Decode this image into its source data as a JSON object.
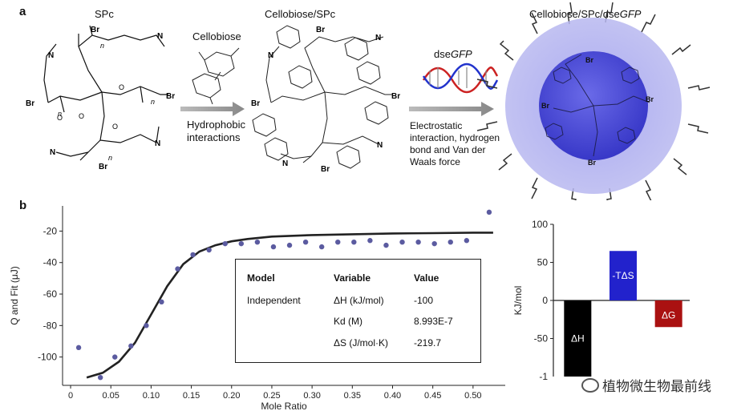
{
  "panel_a": {
    "letter": "a",
    "stage1_title": "SPc",
    "stage2_title": "Cellobiose/SPc",
    "stage3_title_prefix": "Cellobiose/SPc/dse",
    "stage3_title_italic": "GFP",
    "reagent1": "Cellobiose",
    "step1_label_line1": "Hydrophobic",
    "step1_label_line2": "interactions",
    "reagent2_prefix": "dse",
    "reagent2_italic": "GFP",
    "step2_label_lines": [
      "Electrostatic",
      "interaction, hydrogen",
      "bond and Van der",
      "Waals force"
    ],
    "atom_br": "Br",
    "atom_n": "N",
    "atom_o": "O",
    "subscript_n": "n"
  },
  "panel_b": {
    "letter": "b",
    "table": {
      "headers": [
        "Model",
        "Variable",
        "Value"
      ],
      "rows": [
        [
          "Independent",
          "ΔH (kJ/mol)",
          "-100"
        ],
        [
          "",
          "Kd (M)",
          "8.993E-7"
        ],
        [
          "",
          "ΔS (J/mol·K)",
          "-219.7"
        ]
      ]
    },
    "watermark": "植物微生物最前线"
  },
  "chart_data": [
    {
      "type": "scatter",
      "xlabel": "Mole Ratio",
      "ylabel": "Q and Fit (μJ)",
      "xlim": [
        -0.01,
        0.54
      ],
      "ylim": [
        -118,
        -4
      ],
      "xticks": [
        0,
        0.05,
        0.1,
        0.15,
        0.2,
        0.25,
        0.3,
        0.35,
        0.4,
        0.45,
        0.5
      ],
      "xtick_labels": [
        "0",
        "0.05",
        "0.10",
        "0.15",
        "0.20",
        "0.25",
        "0.30",
        "0.35",
        "0.40",
        "0.45",
        "0.50"
      ],
      "yticks": [
        -20,
        -40,
        -60,
        -80,
        -100
      ],
      "ytick_labels": [
        "-20",
        "-40",
        "-60",
        "-80",
        "-100"
      ],
      "grid": false,
      "point_color": "#5b5ba0",
      "fit_color": "#222222",
      "points": {
        "x": [
          0.01,
          0.037,
          0.055,
          0.075,
          0.094,
          0.113,
          0.133,
          0.152,
          0.172,
          0.192,
          0.212,
          0.232,
          0.252,
          0.272,
          0.292,
          0.312,
          0.332,
          0.352,
          0.372,
          0.392,
          0.412,
          0.432,
          0.452,
          0.472,
          0.492,
          0.52
        ],
        "y": [
          -94,
          -113,
          -100,
          -93,
          -80,
          -65,
          -44,
          -35,
          -32,
          -28,
          -28,
          -27,
          -30,
          -29,
          -27,
          -30,
          -27,
          -27,
          -26,
          -29,
          -27,
          -27,
          -28,
          -27,
          -26,
          -8
        ]
      },
      "fit": {
        "x": [
          0.02,
          0.04,
          0.06,
          0.08,
          0.1,
          0.12,
          0.14,
          0.16,
          0.18,
          0.2,
          0.22,
          0.25,
          0.3,
          0.35,
          0.4,
          0.45,
          0.5,
          0.525
        ],
        "y": [
          -113,
          -110,
          -103,
          -91,
          -73,
          -55,
          -41,
          -33,
          -29,
          -26.5,
          -25,
          -23.5,
          -22.5,
          -22,
          -21.5,
          -21.3,
          -21,
          -21
        ]
      }
    },
    {
      "type": "bar",
      "ylabel": "KJ/mol",
      "ylim": [
        -100,
        100
      ],
      "yticks": [
        100,
        50,
        0,
        -50
      ],
      "ytick_labels": [
        "100",
        "50",
        "0",
        "-50"
      ],
      "bottom_tick_label": "-1",
      "categories": [
        "ΔH",
        "-TΔS",
        "ΔG"
      ],
      "values": [
        -100,
        65,
        -35
      ],
      "colors": [
        "#000000",
        "#2222cc",
        "#aa1111"
      ],
      "label_colors": [
        "#ffffff",
        "#ffffff",
        "#ffffff"
      ]
    }
  ]
}
